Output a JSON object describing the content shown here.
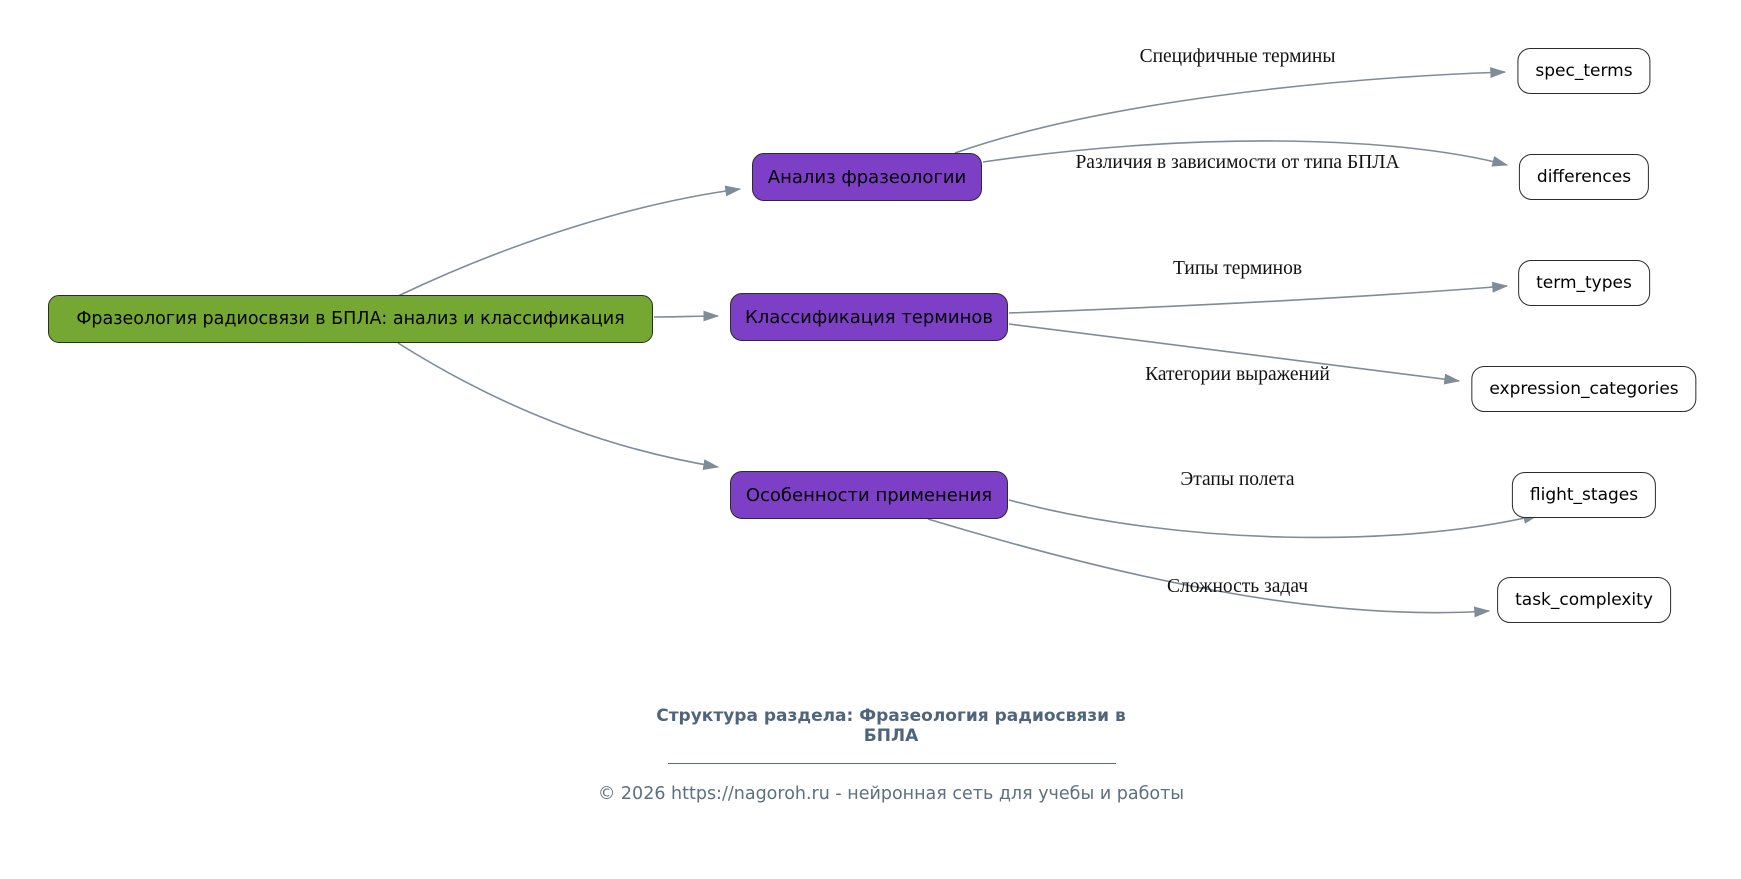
{
  "diagram": {
    "title_hidden": "",
    "root": {
      "label": "Фразеология радиосвязи в БПЛА: анализ и классификация"
    },
    "branches": [
      {
        "label": "Анализ фразеологии"
      },
      {
        "label": "Классификация терминов"
      },
      {
        "label": "Особенности применения"
      }
    ],
    "leaves": [
      {
        "label": "spec_terms"
      },
      {
        "label": "differences"
      },
      {
        "label": "term_types"
      },
      {
        "label": "expression_categories"
      },
      {
        "label": "flight_stages"
      },
      {
        "label": "task_complexity"
      }
    ],
    "edge_labels": [
      "Специфичные термины",
      "Различия в зависимости от типа БПЛА",
      "Типы терминов",
      "Категории выражений",
      "Этапы полета",
      "Сложность задач"
    ],
    "colors": {
      "root_fill": "#74a832",
      "branch_fill": "#7d3fc6",
      "leaf_fill": "#ffffff",
      "node_border": "#2b2b2b",
      "edge_stroke": "#7e8c9a",
      "footer_title": "#4e657c",
      "footer_text": "#5c7080"
    }
  },
  "footer": {
    "title": "Структура раздела: Фразеология радиосвязи в БПЛА",
    "copyright": "© 2026 https://nagoroh.ru - нейронная сеть для учебы и работы"
  }
}
